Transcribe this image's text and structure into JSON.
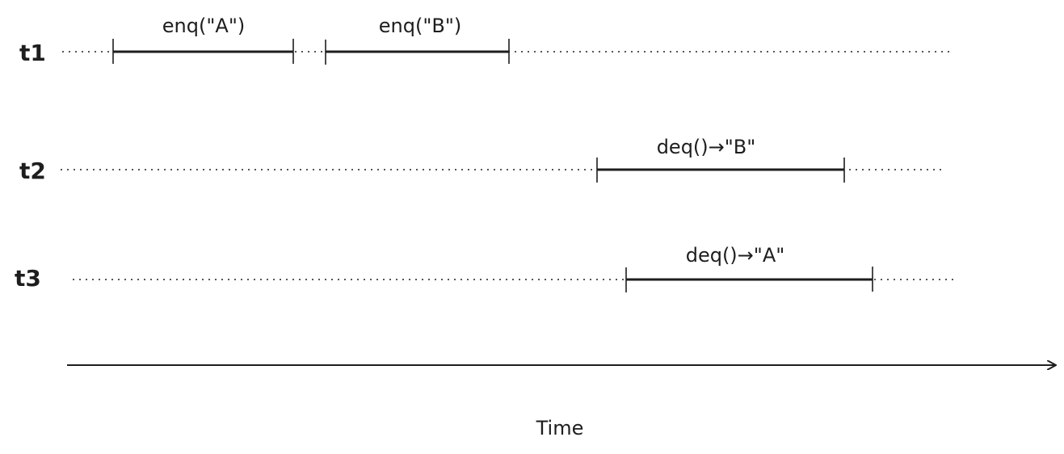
{
  "title": "Queue operation history",
  "threads": [
    {
      "name": "t1",
      "operations": [
        {
          "label": "enq(\"A\")"
        },
        {
          "label": "enq(\"B\")"
        }
      ]
    },
    {
      "name": "t2",
      "operations": [
        {
          "label": "deq()→\"B\""
        }
      ]
    },
    {
      "name": "t3",
      "operations": [
        {
          "label": "deq()→\"A\""
        }
      ]
    }
  ],
  "axis": {
    "label": "Time"
  },
  "colors": {
    "ink": "#1e1e1e"
  }
}
